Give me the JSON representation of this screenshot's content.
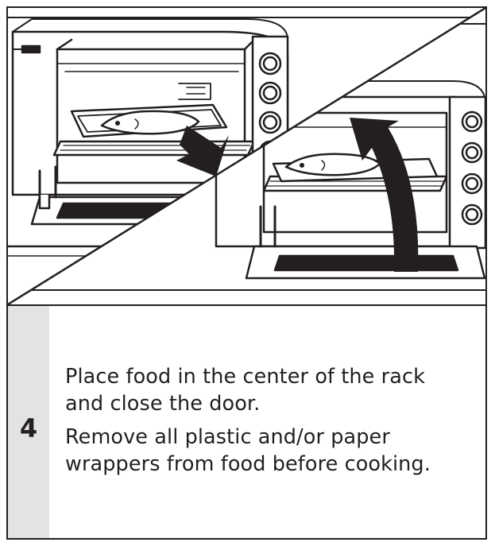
{
  "step": {
    "number": "4",
    "instruction": "Place food in the center of the rack and close the door.",
    "note": "Remove all plastic and/or paper wrappers from food before cooking."
  },
  "illustration": {
    "left_panel": "oven-open-door-food-on-tray",
    "right_panel": "oven-closing-door",
    "icons": [
      "insert-arrow-icon",
      "close-door-arrow-icon"
    ]
  },
  "colors": {
    "line": "#231f20",
    "panel_gray": "#e3e3e3",
    "background": "#ffffff"
  }
}
